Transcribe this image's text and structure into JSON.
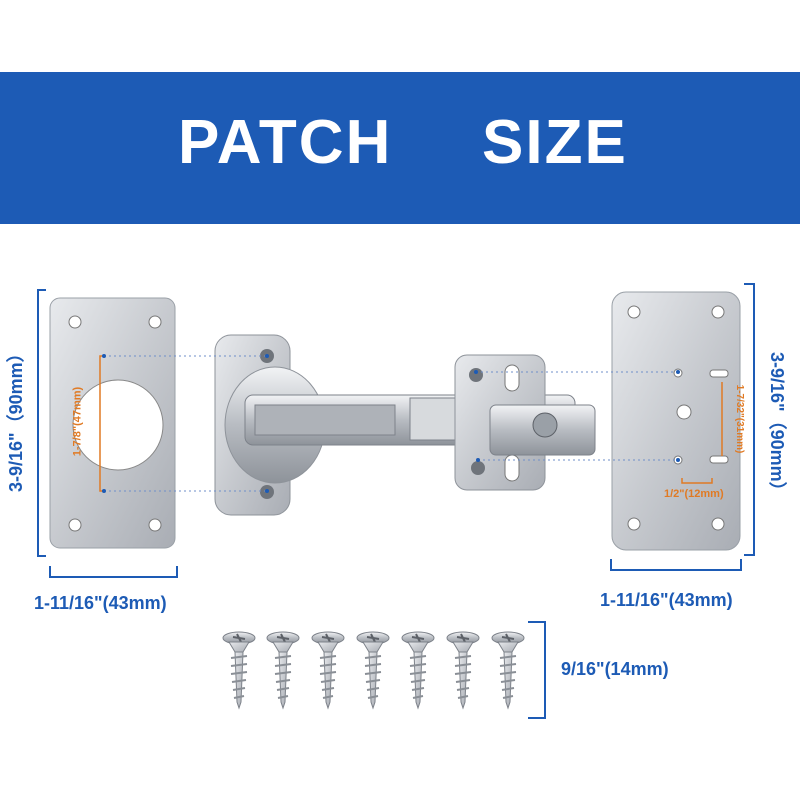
{
  "banner": {
    "title_word1": "PATCH",
    "title_word2": "SIZE",
    "color": "#1d5bb5"
  },
  "left_plate": {
    "height_label": "3-9/16\"（90mm）",
    "width_label": "1-11/16\"(43mm)",
    "hole_spacing_label": "1-7/8\"(47mm)"
  },
  "right_plate": {
    "height_label": "3-9/16\"（90mm）",
    "width_label": "1-11/16\"(43mm)",
    "slot_spacing_label": "1-7/32\"(31mm)",
    "slot_offset_label": "1/2\"(12mm)"
  },
  "screws": {
    "count": 7,
    "length_label": "9/16\"(14mm)"
  },
  "colors": {
    "dimension_blue": "#1d5bb5",
    "dimension_orange": "#e07a24",
    "metal": "#c9ccd1"
  },
  "icons": [
    "plate-left-image",
    "hinge-image",
    "plate-right-image",
    "screw-image"
  ]
}
